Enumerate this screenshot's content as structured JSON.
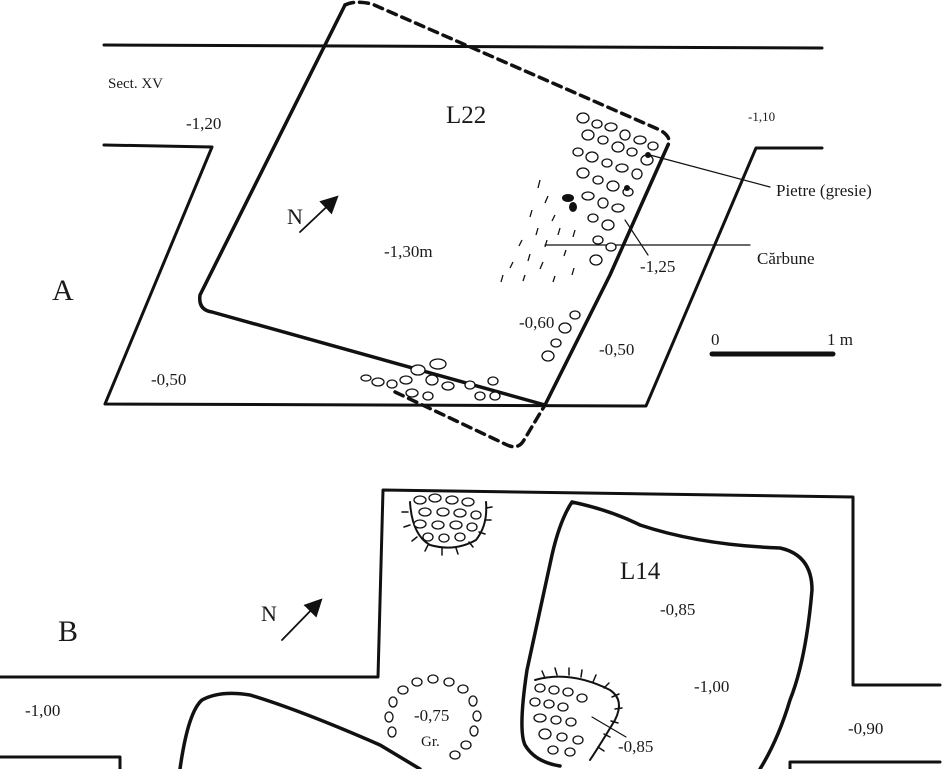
{
  "panel_a": {
    "label": "A",
    "section": "Sect. XV",
    "feature": "L22",
    "north": "N",
    "depths": {
      "d1": "-1,20",
      "d2": "-1,10",
      "d3": "-1,30m",
      "d4": "-1,25",
      "d5": "-0,60",
      "d6": "-0,50",
      "d7": "-0,50"
    },
    "legend": {
      "stones": "Pietre (gresie)",
      "charcoal": "Cărbune"
    },
    "scale": {
      "start": "0",
      "end": "1 m"
    }
  },
  "panel_b": {
    "label": "B",
    "feature": "L14",
    "north": "N",
    "pit": "Gr.",
    "depths": {
      "d1": "-0,85",
      "d2": "-1,00",
      "d3": "-0,85",
      "d4": "-1,00",
      "d5": "-0,75",
      "d6": "-0,90"
    }
  }
}
